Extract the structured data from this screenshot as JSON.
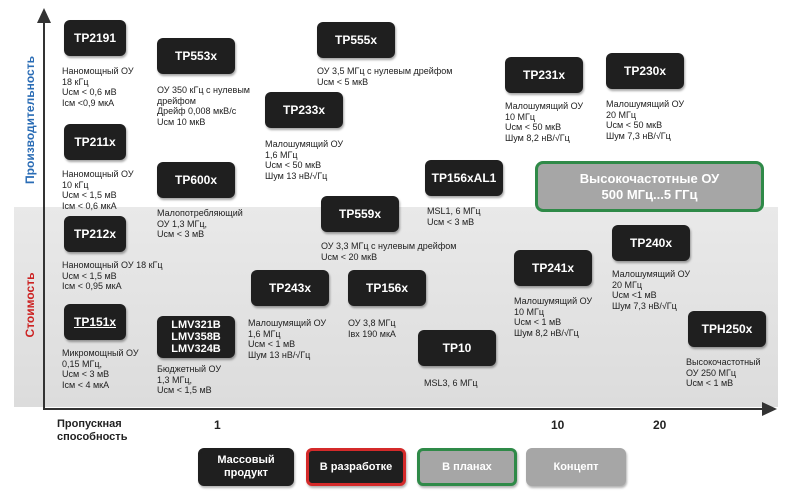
{
  "chart_data": {
    "type": "scatter",
    "title": "",
    "xlabel": "Пропускная способность",
    "ylabel_top": "Производительность",
    "ylabel_bottom": "Стоимость",
    "x_ticks": [
      "1",
      "10",
      "20"
    ],
    "products": [
      {
        "id": "tp2191",
        "name": "TP2191",
        "status": "Массовый продукт",
        "desc": [
          "Наномощный ОУ",
          "18 кГц",
          "Uсм < 0,6 мВ",
          "Iсм <0,9 мкА"
        ]
      },
      {
        "id": "tp553x",
        "name": "TP553x",
        "status": "Массовый продукт",
        "desc": [
          "ОУ 350 кГц с нулевым",
          "дрейфом",
          "Дрейф 0,008 мкВ/с",
          "Uсм 10 мкВ"
        ]
      },
      {
        "id": "tp555x",
        "name": "TP555x",
        "status": "Массовый продукт",
        "desc": [
          "ОУ 3,5 МГц с нулевым дрейфом",
          "Uсм < 5 мкВ"
        ]
      },
      {
        "id": "tp233x",
        "name": "TP233x",
        "status": "Массовый продукт",
        "desc": [
          "Малошумящий ОУ",
          "1,6 МГц",
          "Uсм < 50 мкВ",
          "Шум 13 нВ/√Гц"
        ]
      },
      {
        "id": "tp231x",
        "name": "TP231x",
        "status": "Массовый продукт",
        "desc": [
          "Малошумящий ОУ",
          "10 МГц",
          "Uсм < 50 мкВ",
          "Шум 8,2 нВ/√Гц"
        ]
      },
      {
        "id": "tp230x",
        "name": "TP230x",
        "status": "Массовый продукт",
        "desc": [
          "Малошумящий ОУ",
          "20 МГц",
          "Uсм < 50 мкВ",
          "Шум 7,3 нВ/√Гц"
        ]
      },
      {
        "id": "tp211x",
        "name": "TP211x",
        "status": "Массовый продукт",
        "desc": [
          "Наномощный ОУ",
          "10 кГц",
          "Uсм < 1,5 мВ",
          "Iсм < 0,6 мкА"
        ]
      },
      {
        "id": "tp600x",
        "name": "TP600x",
        "status": "Массовый продукт",
        "desc": [
          "Малопотребляющий",
          "ОУ 1,3 МГц,",
          "Uсм < 3 мВ"
        ]
      },
      {
        "id": "tp156xal1",
        "name": "TP156xAL1",
        "status": "Массовый продукт",
        "desc": [
          "MSL1, 6 МГц",
          "Uсм < 3 мВ"
        ]
      },
      {
        "id": "tp559x",
        "name": "TP559x",
        "status": "Массовый продукт",
        "desc": [
          "ОУ 3,3 МГц с нулевым дрейфом",
          "Uсм < 20 мкВ"
        ]
      },
      {
        "id": "tp212x",
        "name": "TP212x",
        "status": "Массовый продукт",
        "desc": [
          "Наномощный ОУ 18 кГц",
          "Uсм < 1,5 мВ",
          "Iсм < 0,95 мкА"
        ]
      },
      {
        "id": "tp241x",
        "name": "TP241x",
        "status": "Массовый продукт",
        "desc": [
          "Малошумящий ОУ",
          "10 МГц",
          "Uсм < 1 мВ",
          "Шум 8,2 нВ/√Гц"
        ]
      },
      {
        "id": "tp240x",
        "name": "TP240x",
        "status": "Массовый продукт",
        "desc": [
          "Малошумящий ОУ",
          "20 МГц",
          "Uсм <1 мВ",
          "Шум 7,3 нВ/√Гц"
        ]
      },
      {
        "id": "tp243x",
        "name": "TP243x",
        "status": "Массовый продукт",
        "desc": [
          "Малошумящий ОУ",
          "1,6 МГц",
          "Uсм < 1 мВ",
          "Шум 13 нВ/√Гц"
        ]
      },
      {
        "id": "tp156x",
        "name": "TP156x",
        "status": "Массовый продукт",
        "desc": [
          "ОУ 3,8 МГц",
          "Iвх 190 мкА"
        ]
      },
      {
        "id": "tp151x",
        "name": "TP151x",
        "status": "Массовый продукт",
        "desc": [
          "Микромощный ОУ",
          "0,15 МГц,",
          "Uсм < 3 мВ",
          "Iсм < 4 мкА"
        ]
      },
      {
        "id": "lmv",
        "name": [
          "LMV321B",
          "LMV358B",
          "LMV324B"
        ],
        "status": "Массовый продукт",
        "desc": [
          "Бюджетный ОУ",
          "1,3 МГц,",
          "Uсм < 1,5 мВ"
        ]
      },
      {
        "id": "tp10",
        "name": "TP10",
        "status": "Массовый продукт",
        "desc": [
          "MSL3, 6 МГц"
        ]
      },
      {
        "id": "tph250x",
        "name": "TPH250x",
        "status": "Массовый продукт",
        "desc": [
          "Высокочастотный",
          "ОУ 250 МГц",
          "Uсм < 1 мВ"
        ]
      }
    ],
    "highlight": {
      "line1": "Высокочастотные ОУ",
      "line2": "500 МГц...5 ГГц",
      "status": "В планах"
    },
    "legend": [
      {
        "label": [
          "Массовый",
          "продукт"
        ],
        "fill": "#1f1f1f",
        "border": "#1f1f1f"
      },
      {
        "label": [
          "В разработке"
        ],
        "fill": "#1f1f1f",
        "border": "#d42a2a"
      },
      {
        "label": [
          "В планах"
        ],
        "fill": "#a6a6a6",
        "border": "#2f8a48"
      },
      {
        "label": [
          "Концепт"
        ],
        "fill": "#a6a6a6",
        "border": "#a6a6a6"
      }
    ]
  }
}
